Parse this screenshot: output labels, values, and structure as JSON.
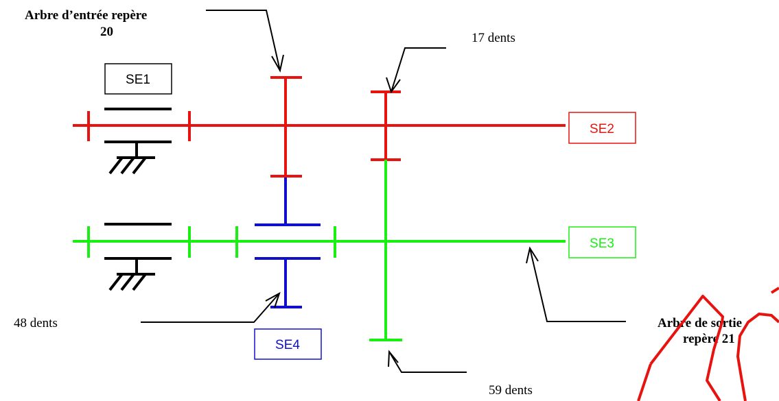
{
  "labels": {
    "input_shaft_line1": "Arbre d’entrée repère",
    "input_shaft_line2": "20",
    "output_shaft_line1": "Arbre de sortie",
    "output_shaft_line2": "repère 21",
    "teeth_17": "17 dents",
    "teeth_48": "48 dents",
    "teeth_59": "59 dents"
  },
  "boxes": {
    "se1": "SE1",
    "se2": "SE2",
    "se3": "SE3",
    "se4": "SE4"
  },
  "colors": {
    "se1": "#000000",
    "se2": "#e8130f",
    "se3": "#1aef14",
    "se4": "#1010cc",
    "annotation": "#000000"
  }
}
